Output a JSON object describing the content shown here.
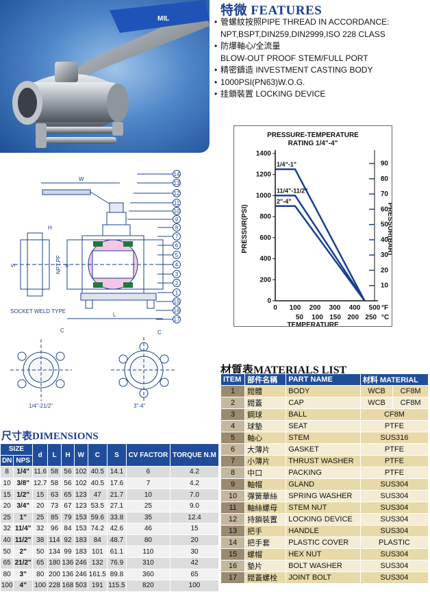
{
  "features": {
    "title_cn": "特微",
    "title_en": "FEATURES",
    "items": [
      {
        "text": "管螺紋按照PIPE THREAD IN ACCORDANCE:",
        "bullet": true
      },
      {
        "text": "NPT,BSPT,DIN259,DIN2999,ISO 228 CLASS",
        "bullet": false
      },
      {
        "text": "防爆軸心/全流量",
        "bullet": true
      },
      {
        "text": "BLOW-OUT PROOF STEM/FULL PORT",
        "bullet": false
      },
      {
        "text": "精密鑄造 INVESTMENT CASTING BODY",
        "bullet": true
      },
      {
        "text": "1000PSI(PN63)W.O.G.",
        "bullet": true
      },
      {
        "text": "挂鎖裝置 LOCKING DEVICE",
        "bullet": true
      }
    ]
  },
  "photo": {
    "handle_text": "MIL"
  },
  "chart_data": {
    "type": "line",
    "title": "PRESSURE-TEMPERATURE",
    "subtitle": "RATING 1/4\"-4\"",
    "xlabel": "TEMPERATURE",
    "ylabel": "PRESSUR(PSI)",
    "y2label": "PRESSUR(BAR)",
    "x_ticks_f": [
      "0",
      "100",
      "200",
      "300",
      "400",
      "500"
    ],
    "x_unit_f": "°F",
    "x_ticks_c": [
      "50",
      "100",
      "150",
      "200",
      "250"
    ],
    "x_unit_c": "°C",
    "y_ticks": [
      "0",
      "200",
      "400",
      "600",
      "800",
      "1000",
      "1200",
      "1400"
    ],
    "y2_ticks": [
      "10",
      "20",
      "30",
      "40",
      "50",
      "60",
      "70",
      "80",
      "90"
    ],
    "xlim": [
      0,
      500
    ],
    "ylim": [
      0,
      1400
    ],
    "series": [
      {
        "name": "1/4\"-1\"",
        "x": [
          0,
          100,
          450
        ],
        "y": [
          1250,
          1250,
          0
        ]
      },
      {
        "name": "11/4\"-11/2\"",
        "x": [
          0,
          100,
          450
        ],
        "y": [
          1000,
          1000,
          0
        ]
      },
      {
        "name": "2\"-4\"",
        "x": [
          0,
          100,
          450
        ],
        "y": [
          900,
          900,
          0
        ]
      }
    ],
    "legend": "inline",
    "grid": false
  },
  "drawing": {
    "socket_label": "SOCKET WELD TYPE",
    "size_small": "1/4\"-21/2\"",
    "size_large": "3\"-4\"",
    "dim_labels": [
      "W",
      "H",
      "L",
      "S",
      "NPT.PF",
      "d",
      "C"
    ],
    "callouts": [
      "14",
      "13",
      "12",
      "11",
      "10",
      "9",
      "8",
      "7",
      "6",
      "5",
      "4",
      "3",
      "2",
      "1",
      "15",
      "16",
      "17"
    ]
  },
  "dimensions": {
    "title_cn": "尺寸表",
    "title_en": "DIMENSIONS",
    "size_header": "SIZE",
    "headers": [
      "DN",
      "NPS",
      "d",
      "L",
      "H",
      "W",
      "C",
      "S",
      "CV FACTOR",
      "TORQUE N.M"
    ],
    "rows": [
      [
        "8",
        "1/4\"",
        "11.6",
        "58",
        "56",
        "102",
        "40.5",
        "14.1",
        "6",
        "4.2"
      ],
      [
        "10",
        "3/8\"",
        "12.7",
        "58",
        "56",
        "102",
        "40.5",
        "17.6",
        "7",
        "4.2"
      ],
      [
        "15",
        "1/2\"",
        "15",
        "63",
        "65",
        "123",
        "47",
        "21.7",
        "10",
        "7.0"
      ],
      [
        "20",
        "3/4\"",
        "20",
        "73",
        "67",
        "123",
        "53.5",
        "27.1",
        "25",
        "9.0"
      ],
      [
        "25",
        "1\"",
        "25",
        "85",
        "79",
        "153",
        "59.6",
        "33.8",
        "35",
        "12.4"
      ],
      [
        "32",
        "11/4\"",
        "32",
        "96",
        "84",
        "153",
        "74.2",
        "42.6",
        "46",
        "15"
      ],
      [
        "40",
        "11/2\"",
        "38",
        "114",
        "92",
        "183",
        "84",
        "48.7",
        "80",
        "20"
      ],
      [
        "50",
        "2\"",
        "50",
        "134",
        "99",
        "183",
        "101",
        "61.1",
        "110",
        "30"
      ],
      [
        "65",
        "21/2\"",
        "65",
        "180",
        "136",
        "246",
        "132",
        "76.9",
        "310",
        "42"
      ],
      [
        "80",
        "3\"",
        "80",
        "200",
        "136",
        "246",
        "161.5",
        "89.8",
        "360",
        "65"
      ],
      [
        "100",
        "4\"",
        "100",
        "228",
        "168",
        "503",
        "191",
        "115.5",
        "820",
        "100"
      ]
    ]
  },
  "materials": {
    "title_cn": "材質表",
    "title_en": "MATERIALS LIST",
    "headers": {
      "item": "ITEM",
      "cn": "部件名稱",
      "pn": "PART NAME",
      "mat": "材料 MATERIAL"
    },
    "rows": [
      {
        "item": "1",
        "cn": "閥體",
        "pn": "BODY",
        "m1": "WCB",
        "m2": "CF8M"
      },
      {
        "item": "2",
        "cn": "閥蓋",
        "pn": "CAP",
        "m1": "WCB",
        "m2": "CF8M"
      },
      {
        "item": "3",
        "cn": "鋼球",
        "pn": "BALL",
        "m": "CF8M"
      },
      {
        "item": "4",
        "cn": "球墊",
        "pn": "SEAT",
        "m": "PTFE"
      },
      {
        "item": "5",
        "cn": "軸心",
        "pn": "STEM",
        "m": "SUS316"
      },
      {
        "item": "6",
        "cn": "大薄片",
        "pn": "GASKET",
        "m": "PTFE"
      },
      {
        "item": "7",
        "cn": "小薄片",
        "pn": "THRUST WASHER",
        "m": "PTFE"
      },
      {
        "item": "8",
        "cn": "中口",
        "pn": "PACKING",
        "m": "PTFE"
      },
      {
        "item": "9",
        "cn": "軸帽",
        "pn": "GLAND",
        "m": "SUS304"
      },
      {
        "item": "10",
        "cn": "彈簧華絲",
        "pn": "SPRING WASHER",
        "m": "SUS304"
      },
      {
        "item": "11",
        "cn": "軸絲螺母",
        "pn": "STEM NUT",
        "m": "SUS304"
      },
      {
        "item": "12",
        "cn": "持鎖裝置",
        "pn": "LOCKING DEVICE",
        "m": "SUS304"
      },
      {
        "item": "13",
        "cn": "把手",
        "pn": "HANDLE",
        "m": "SUS304"
      },
      {
        "item": "14",
        "cn": "把手套",
        "pn": "PLASTIC COVER",
        "m": "PLASTIC"
      },
      {
        "item": "15",
        "cn": "螺帽",
        "pn": "HEX NUT",
        "m": "SUS304"
      },
      {
        "item": "16",
        "cn": "墊片",
        "pn": "BOLT WASHER",
        "m": "SUS304"
      },
      {
        "item": "17",
        "cn": "閥蓋螺栓",
        "pn": "JOINT BOLT",
        "m": "SUS304"
      }
    ]
  }
}
